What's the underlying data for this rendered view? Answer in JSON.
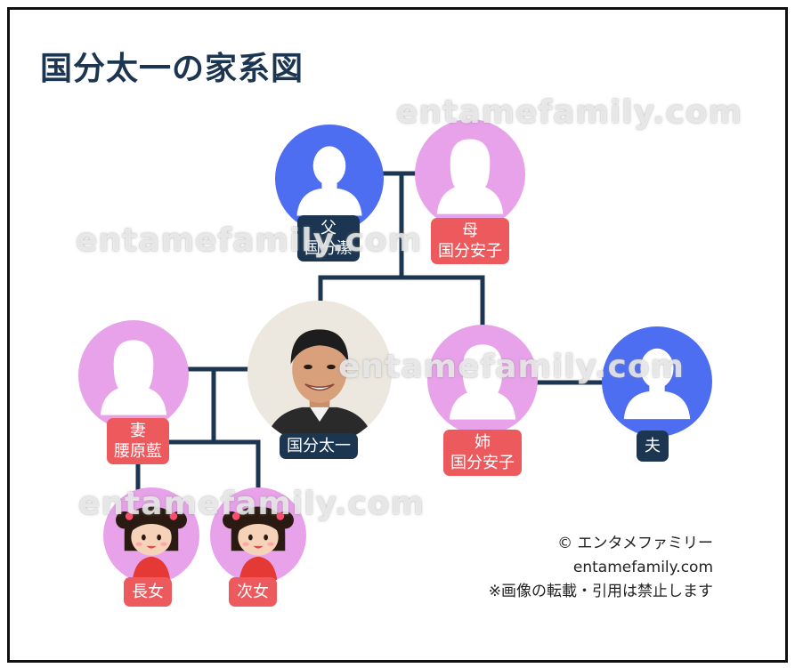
{
  "title": "国分太一の家系図",
  "watermark": "entamefamily.com",
  "colors": {
    "navy": "#1c3550",
    "red_label": "#ec5a5e",
    "male_circle": "#4e6ef2",
    "female_circle": "#e8a2ea",
    "line": "#1c3550"
  },
  "people": {
    "father": {
      "relation": "父",
      "name": "国分潔",
      "icon": "male-silhouette-icon"
    },
    "mother": {
      "relation": "母",
      "name": "国分安子",
      "icon": "female-silhouette-icon"
    },
    "self": {
      "name": "国分太一",
      "icon": "portrait-photo"
    },
    "wife": {
      "relation": "妻",
      "name": "腰原藍",
      "icon": "female-silhouette-icon"
    },
    "sister": {
      "relation": "姉",
      "name": "国分安子",
      "icon": "female-silhouette-icon"
    },
    "brother_in_law": {
      "relation": "夫",
      "icon": "male-silhouette-icon"
    },
    "daughter1": {
      "relation": "長女",
      "icon": "girl-illustration-icon"
    },
    "daughter2": {
      "relation": "次女",
      "icon": "girl-illustration-icon"
    }
  },
  "credits": {
    "copyright": "© エンタメファミリー",
    "site": "entamefamily.com",
    "notice": "※画像の転載・引用は禁止します"
  }
}
